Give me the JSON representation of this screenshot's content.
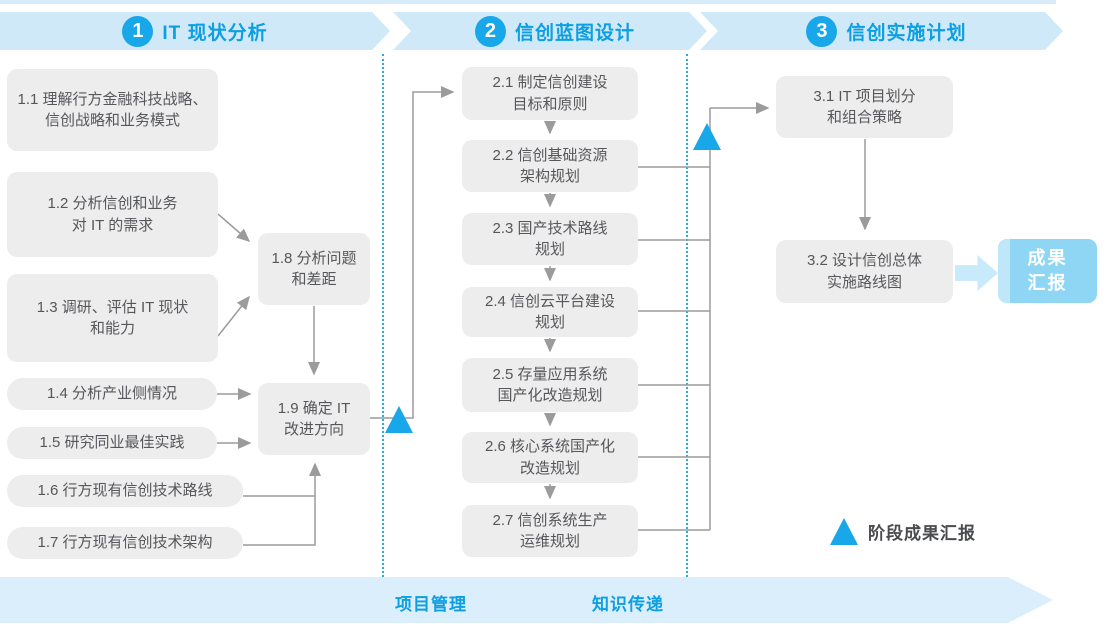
{
  "palette": {
    "accent_blue": "#18a7e8",
    "band_blue": "#cfe9f8",
    "bottom_band_blue": "#daeefb",
    "header_text_blue": "#0c9fe2",
    "box_gray": "#ededee",
    "box_text_gray": "#56575a",
    "line_gray": "#9b9b9b",
    "report_box_blue": "#8ed6f4",
    "report_strip_blue": "#bfe7f9",
    "big_arrow_blue": "#c8eafb",
    "legend_text_gray": "#4a4b4f"
  },
  "phases": [
    {
      "number": "1",
      "title": "IT 现状分析"
    },
    {
      "number": "2",
      "title": "信创蓝图设计"
    },
    {
      "number": "3",
      "title": "信创实施计划"
    }
  ],
  "phase1": {
    "items": [
      "1.1 理解行方金融科技战略、\n信创战略和业务模式",
      "1.2 分析信创和业务\n对 IT 的需求",
      "1.3 调研、评估 IT 现状\n和能力",
      "1.4 分析产业侧情况",
      "1.5 研究同业最佳实践",
      "1.6 行方现有信创技术路线",
      "1.7 行方现有信创技术架构",
      "1.8 分析问题\n和差距",
      "1.9 确定 IT\n改进方向"
    ]
  },
  "phase2": {
    "items": [
      "2.1 制定信创建设\n目标和原则",
      "2.2 信创基础资源\n架构规划",
      "2.3 国产技术路线\n规划",
      "2.4 信创云平台建设\n规划",
      "2.5 存量应用系统\n国产化改造规划",
      "2.6 核心系统国产化\n改造规划",
      "2.7 信创系统生产\n运维规划"
    ]
  },
  "phase3": {
    "items": [
      "3.1 IT 项目划分\n和组合策略",
      "3.2 设计信创总体\n实施路线图"
    ],
    "deliverable": "成果\n汇报"
  },
  "legend": {
    "milestone_label": "阶段成果汇报"
  },
  "bottom_band": {
    "labels": [
      "项目管理",
      "知识传递"
    ]
  }
}
